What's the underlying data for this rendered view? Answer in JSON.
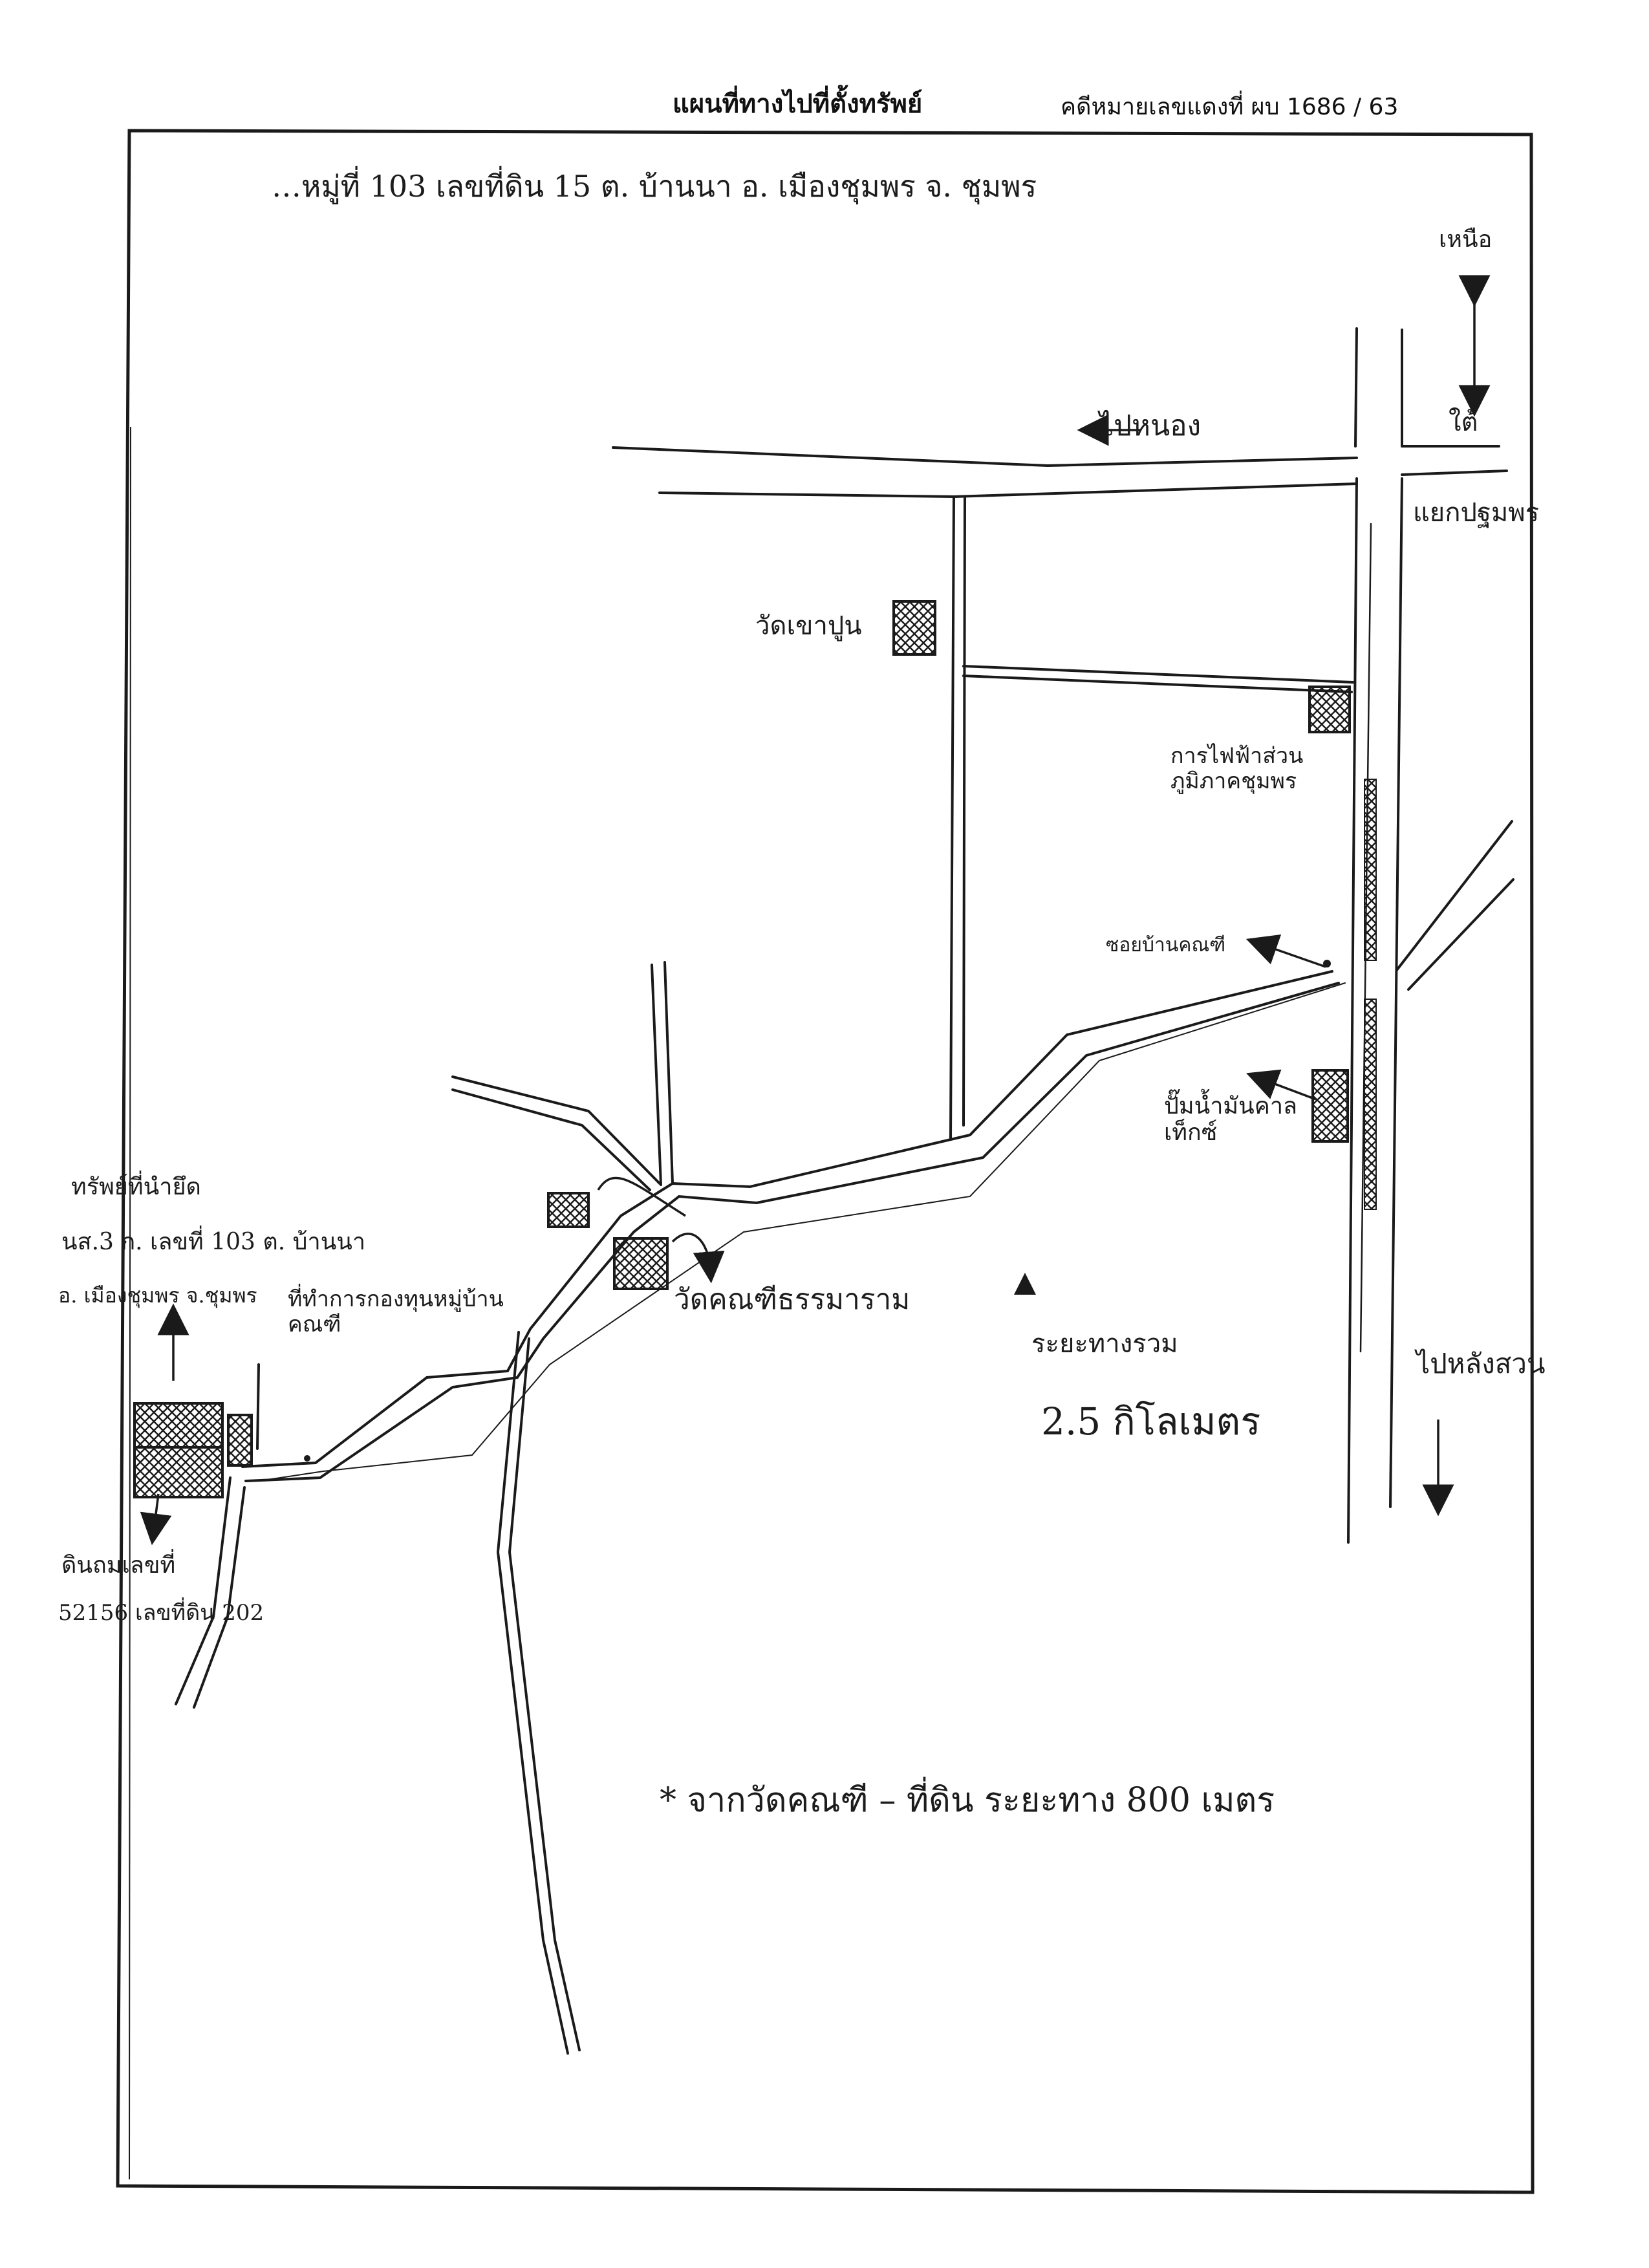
{
  "header": {
    "title": "แผนที่ทางไปที่ตั้งทรัพย์",
    "case_number": "คดีหมายเลขแดงที่ ผบ 1686 / 63"
  },
  "address_line": "…หมู่ที่ 103  เลขที่ดิน 15  ต. บ้านนา  อ. เมืองชุมพร  จ. ชุมพร",
  "compass": {
    "north": "เหนือ",
    "south": "ใต้"
  },
  "labels": {
    "to_nong": "ไปหนอง",
    "chumphon_junction": "แยกปฐมพร",
    "wat_khao_poon": "วัดเขาปูน",
    "electricity_office": "การไฟฟ้าส่วนภูมิภาคชุมพร",
    "soi_ban_kanthi": "ซอยบ้านคณฑี",
    "gas_station": "ปั๊มน้ำมันคาลเท็กซ์",
    "wat_kanthi": "วัดคณฑีธรรมาราม",
    "village_office": "ที่ทำการกองทุนหมู่บ้านคณฑี",
    "total_distance_label": "ระยะทางรวม",
    "total_distance_value": "2.5 กิโลเมตร",
    "to_lang_suan": "ไปหลังสวน",
    "note": "* จากวัดคณฑี – ที่ดิน ระยะทาง 800 เมตร"
  },
  "property_label": {
    "line1": "ทรัพย์ที่นำยึด",
    "line2": "นส.3 ก. เลขที่ 103 ต. บ้านนา",
    "line3": "อ. เมืองชุมพร จ.ชุมพร"
  },
  "land_label": {
    "line1": "ดินถมเลขที่",
    "line2": "52156 เลขที่ดิน 202"
  },
  "colors": {
    "ink": "#1a1a1a",
    "paper": "#ffffff"
  },
  "icons": [
    "north-south-arrow",
    "hatched-building",
    "triangle-marker"
  ]
}
